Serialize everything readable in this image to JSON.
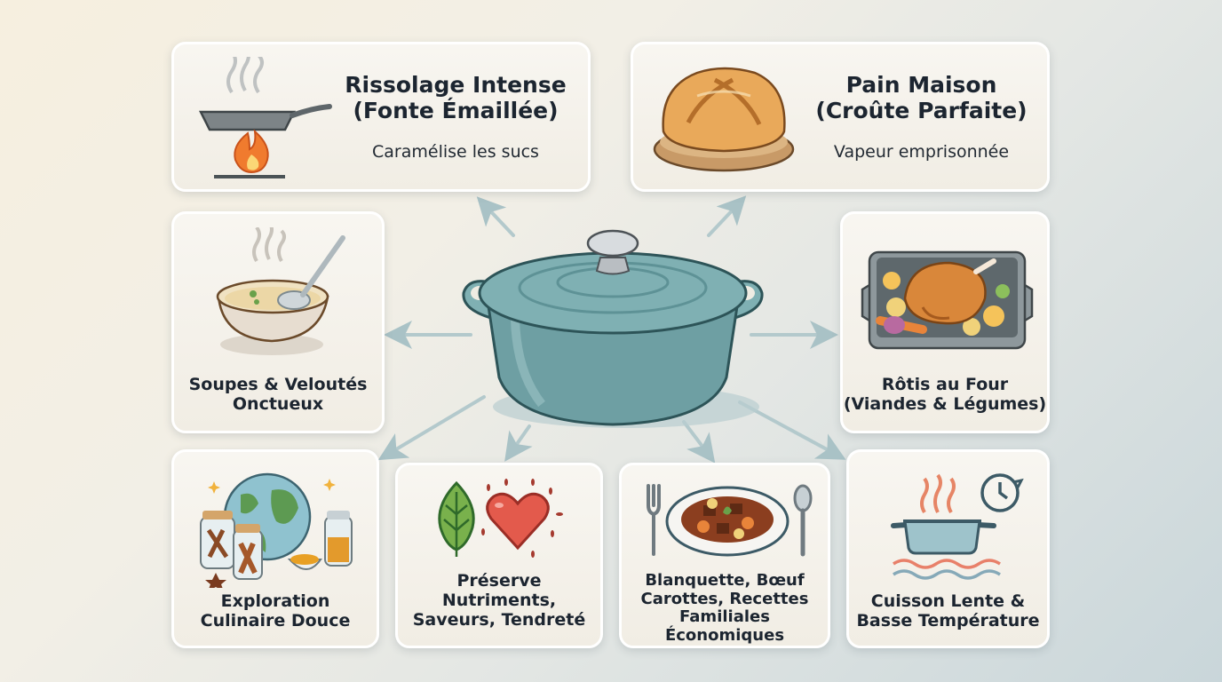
{
  "center": {
    "icon": "dutch-oven-icon",
    "color": "#6fa3a6"
  },
  "arrow_color": "#a9c2c6",
  "cards": {
    "searing": {
      "icon": "frying-pan-flame-icon",
      "title": [
        "Rissolage Intense",
        "(Fonte Émaillée)"
      ],
      "subtitle": "Caramélise les sucs"
    },
    "bread": {
      "icon": "bread-loaf-icon",
      "title": [
        "Pain Maison",
        "(Croûte Parfaite)"
      ],
      "subtitle": "Vapeur emprisonnée"
    },
    "soups": {
      "icon": "soup-bowl-ladle-icon",
      "title": [
        "Soupes & Veloutés",
        "Onctueux"
      ]
    },
    "roasts": {
      "icon": "roast-chicken-tray-icon",
      "title": [
        "Rôtis au Four",
        "(Viandes & Légumes)"
      ]
    },
    "exploration": {
      "icon": "globe-spices-icon",
      "title": [
        "Exploration",
        "Culinaire Douce"
      ]
    },
    "nutrients": {
      "icon": "leaf-heart-icon",
      "title": [
        "Préserve",
        "Nutriments,",
        "Saveurs, Tendreté"
      ]
    },
    "stews": {
      "icon": "stew-plate-cutlery-icon",
      "title": [
        "Blanquette, Bœuf",
        "Carottes, Recettes",
        "Familiales Économiques"
      ]
    },
    "slow": {
      "icon": "pot-clock-heat-icon",
      "title": [
        "Cuisson Lente &",
        "Basse Température"
      ]
    }
  }
}
